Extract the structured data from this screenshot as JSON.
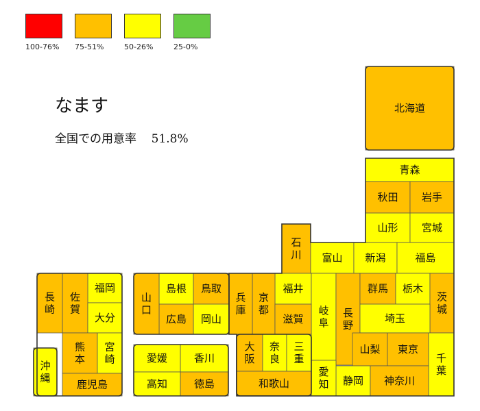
{
  "colors": {
    "high": "#ff0000",
    "mid_high": "#ffc000",
    "mid_low": "#ffff00",
    "low": "#66cc44",
    "border": "#333333"
  },
  "legend": [
    {
      "label": "100-76%",
      "color": "#ff0000"
    },
    {
      "label": "75-51%",
      "color": "#ffc000"
    },
    {
      "label": "50-26%",
      "color": "#ffff00"
    },
    {
      "label": "25-0%",
      "color": "#66cc44"
    }
  ],
  "title": "なます",
  "subtitle_label": "全国での用意率",
  "subtitle_value": "51.8%",
  "prefectures": [
    {
      "name": "北海道",
      "level": "mid_high"
    },
    {
      "name": "青森",
      "level": "mid_low"
    },
    {
      "name": "秋田",
      "level": "mid_high"
    },
    {
      "name": "岩手",
      "level": "mid_high"
    },
    {
      "name": "山形",
      "level": "mid_low"
    },
    {
      "name": "宮城",
      "level": "mid_low"
    },
    {
      "name": "石川",
      "level": "mid_high"
    },
    {
      "name": "富山",
      "level": "mid_low"
    },
    {
      "name": "新潟",
      "level": "mid_low"
    },
    {
      "name": "福島",
      "level": "mid_low"
    },
    {
      "name": "福井",
      "level": "mid_low"
    },
    {
      "name": "岐阜",
      "level": "mid_low"
    },
    {
      "name": "長野",
      "level": "mid_high"
    },
    {
      "name": "群馬",
      "level": "mid_high"
    },
    {
      "name": "栃木",
      "level": "mid_low"
    },
    {
      "name": "茨城",
      "level": "mid_high"
    },
    {
      "name": "埼玉",
      "level": "mid_low"
    },
    {
      "name": "山梨",
      "level": "mid_high"
    },
    {
      "name": "東京",
      "level": "mid_high"
    },
    {
      "name": "千葉",
      "level": "mid_low"
    },
    {
      "name": "静岡",
      "level": "mid_low"
    },
    {
      "name": "神奈川",
      "level": "mid_high"
    },
    {
      "name": "愛知",
      "level": "mid_low"
    },
    {
      "name": "京都",
      "level": "mid_high"
    },
    {
      "name": "滋賀",
      "level": "mid_high"
    },
    {
      "name": "兵庫",
      "level": "mid_high"
    },
    {
      "name": "大阪",
      "level": "mid_high"
    },
    {
      "name": "奈良",
      "level": "mid_low"
    },
    {
      "name": "三重",
      "level": "mid_low"
    },
    {
      "name": "和歌山",
      "level": "mid_high"
    },
    {
      "name": "鳥取",
      "level": "mid_high"
    },
    {
      "name": "島根",
      "level": "mid_low"
    },
    {
      "name": "岡山",
      "level": "mid_low"
    },
    {
      "name": "広島",
      "level": "mid_high"
    },
    {
      "name": "山口",
      "level": "mid_high"
    },
    {
      "name": "香川",
      "level": "mid_low"
    },
    {
      "name": "愛媛",
      "level": "mid_low"
    },
    {
      "name": "徳島",
      "level": "mid_high"
    },
    {
      "name": "高知",
      "level": "mid_low"
    },
    {
      "name": "福岡",
      "level": "mid_low"
    },
    {
      "name": "佐賀",
      "level": "mid_high"
    },
    {
      "name": "長崎",
      "level": "mid_high"
    },
    {
      "name": "大分",
      "level": "mid_low"
    },
    {
      "name": "熊本",
      "level": "mid_high"
    },
    {
      "name": "宮崎",
      "level": "mid_low"
    },
    {
      "name": "鹿児島",
      "level": "mid_high"
    },
    {
      "name": "沖縄",
      "level": "mid_low"
    }
  ]
}
